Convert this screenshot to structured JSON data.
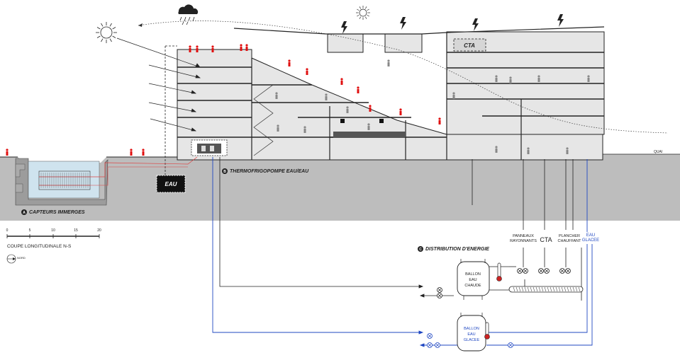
{
  "labels": {
    "cta_roof": "CTA",
    "quai": "QUAI",
    "eau": "EAU",
    "capteurs_letter": "A",
    "capteurs": "CAPTEURS IMMERGES",
    "thermo_letter": "B",
    "thermo": "THERMOFRIGOPOMPE EAU/EAU",
    "distribution_letter": "C",
    "distribution": "DISTRIBUTION D'ENERGIE",
    "panneaux_line1": "PANNEAUX",
    "panneaux_line2": "RAYONNANTS",
    "cta_dist": "CTA",
    "plancher_line1": "PLANCHER",
    "plancher_line2": "CHAUFFANT",
    "eau_glacee_line1": "EAU",
    "eau_glacee_line2": "GLACEE",
    "ballon_chaud_line1": "BALLON",
    "ballon_chaud_line2": "EAU",
    "ballon_chaud_line3": "CHAUDE",
    "ballon_glace_line1": "BALLON",
    "ballon_glace_line2": "EAU",
    "ballon_glace_line3": "GLACEE",
    "coupe": "COUPE LONGITUDINALE N-S",
    "nord": "NORD"
  },
  "scale": {
    "ticks": [
      "0",
      "5",
      "10",
      "15",
      "20"
    ]
  },
  "colors": {
    "line": "#222222",
    "blue": "#1f47c2",
    "red": "#e01010",
    "ground": "#bdbdbd",
    "building": "#e6e6e6"
  }
}
